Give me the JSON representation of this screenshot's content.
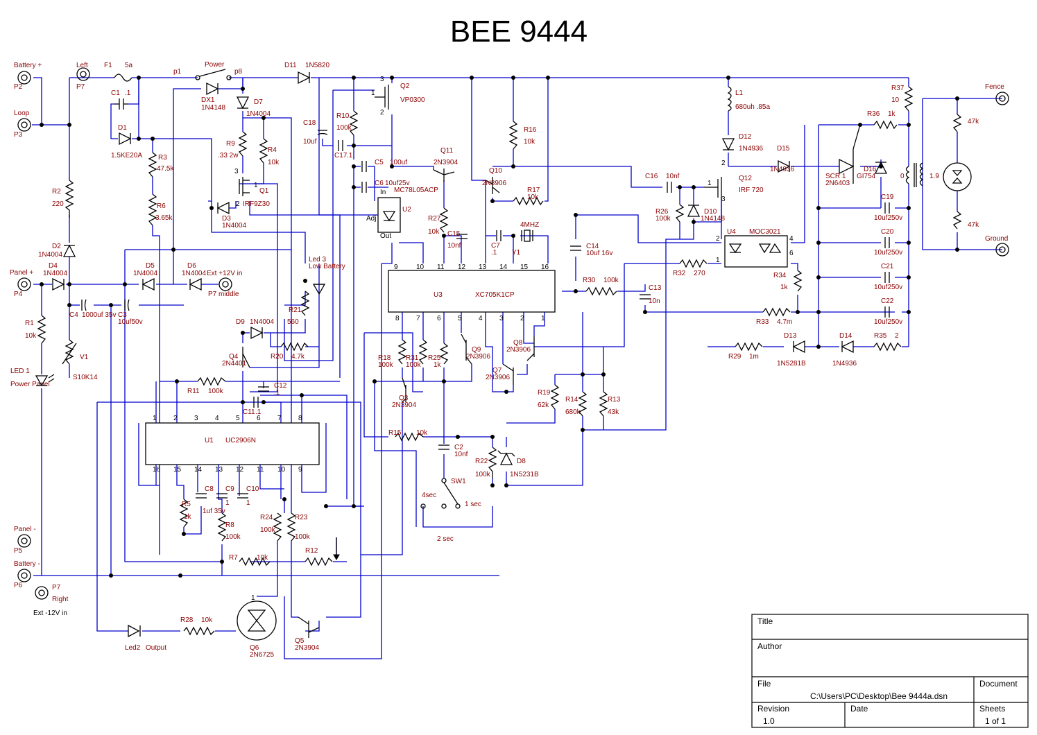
{
  "title": "BEE 9444",
  "connectors": [
    {
      "name": "Battery +",
      "ref": "P2"
    },
    {
      "name": "Loop",
      "ref": "P3"
    },
    {
      "name": "Left",
      "ref": "P7"
    },
    {
      "name": "Panel +",
      "ref": "P4"
    },
    {
      "name": "Panel -",
      "ref": "P5"
    },
    {
      "name": "Battery -",
      "ref": "P6"
    },
    {
      "name": "Right",
      "ref": "P7"
    },
    {
      "name": "Ext +12V in",
      "ref": "P7 middle"
    },
    {
      "name": "Ext -12V in",
      "ref": ""
    },
    {
      "name": "Fence",
      "ref": ""
    },
    {
      "name": "Ground",
      "ref": ""
    }
  ],
  "switch_labels": {
    "p1": "p1",
    "power": "Power",
    "p8": "p8"
  },
  "sw1": {
    "ref": "SW1",
    "opt1": "4sec",
    "opt2": "1 sec",
    "opt3": "2 sec"
  },
  "ics": {
    "u1": {
      "ref": "U1",
      "part": "UC2906N"
    },
    "u3": {
      "ref": "U3",
      "part": "XC705K1CP"
    },
    "u4": {
      "ref": "U4",
      "part": "MOC3021"
    },
    "u2": {
      "ref": "U2",
      "part": "MC78L05ACP",
      "pin_in": "In",
      "pin_adj": "Adj",
      "pin_out": "Out"
    }
  },
  "components": {
    "f1": {
      "ref": "F1",
      "value": "5a"
    },
    "c1": {
      "ref": "C1",
      "value": ".1"
    },
    "d1": {
      "ref": "D1",
      "value": "1.5KE20A"
    },
    "r2": {
      "ref": "R2",
      "value": "220"
    },
    "d2": {
      "ref": "D2",
      "value": "1N4004"
    },
    "d4": {
      "ref": "D4",
      "value": "1N4004"
    },
    "r1": {
      "ref": "R1",
      "value": "10k"
    },
    "led1": {
      "ref": "LED 1",
      "value": "Power Panel"
    },
    "v1": {
      "ref": "V1",
      "value": "S10K14"
    },
    "c4": {
      "ref": "C4",
      "value": "1000uf 35v"
    },
    "c3": {
      "ref": "C3",
      "value": "10uf50v"
    },
    "d5": {
      "ref": "D5",
      "value": "1N4004"
    },
    "d6": {
      "ref": "D6",
      "value": "1N4004"
    },
    "dx1": {
      "ref": "DX1",
      "value": "1N4148"
    },
    "d7": {
      "ref": "D7",
      "value": "1N4004"
    },
    "r3": {
      "ref": "R3",
      "value": "47.5k"
    },
    "r6": {
      "ref": "R6",
      "value": "3.65k"
    },
    "r9": {
      "ref": "R9",
      "value": ".33 2w"
    },
    "r4": {
      "ref": "R4",
      "value": "10k"
    },
    "q1": {
      "ref": "Q1",
      "value": "IRF9Z30"
    },
    "d3": {
      "ref": "D3",
      "value": "1N4004"
    },
    "d11": {
      "ref": "D11",
      "value": "1N5820"
    },
    "c18": {
      "ref": "C18",
      "value": "10uf"
    },
    "r10": {
      "ref": "R10",
      "value": "100k"
    },
    "c17": {
      "ref": "C17",
      "value": ".1"
    },
    "q2": {
      "ref": "Q2",
      "value": "VP0300"
    },
    "c5": {
      "ref": "C5",
      "value": "100uf"
    },
    "c6": {
      "ref": "C6",
      "value": "10uf25v"
    },
    "q11": {
      "ref": "Q11",
      "value": "2N3904"
    },
    "q10": {
      "ref": "Q10",
      "value": "2N3906"
    },
    "r16": {
      "ref": "R16",
      "value": "10k"
    },
    "r17": {
      "ref": "R17",
      "value": "10k"
    },
    "r27": {
      "ref": "R27",
      "value": "10k"
    },
    "c15": {
      "ref": "C15",
      "value": "10nf"
    },
    "c7": {
      "ref": "C7",
      "value": ".1"
    },
    "y1": {
      "ref": "Y1",
      "value": "4MHZ"
    },
    "c14": {
      "ref": "C14",
      "value": "10uf 16v"
    },
    "r30": {
      "ref": "R30",
      "value": "100k"
    },
    "c13": {
      "ref": "C13",
      "value": "10n"
    },
    "l1": {
      "ref": "L1",
      "value": "680uh .85a"
    },
    "d12": {
      "ref": "D12",
      "value": "1N4936"
    },
    "c16": {
      "ref": "C16",
      "value": "10nf"
    },
    "r26": {
      "ref": "R26",
      "value": "100k"
    },
    "d10": {
      "ref": "D10",
      "value": "1N4148"
    },
    "q12": {
      "ref": "Q12",
      "value": "IRF 720"
    },
    "d15": {
      "ref": "D15",
      "value": "1N4936"
    },
    "scr1": {
      "ref": "SCR 1",
      "value": "2N6403"
    },
    "d16": {
      "ref": "D16",
      "value": "GI754"
    },
    "r36": {
      "ref": "R36",
      "value": "1k"
    },
    "r37": {
      "ref": "R37",
      "value": "10"
    },
    "t1": {
      "ratio_left": "0",
      "ratio_right": "1.9"
    },
    "r47a": {
      "value": "47k"
    },
    "r47b": {
      "value": "47k"
    },
    "c19": {
      "ref": "C19",
      "value": "10uf250v"
    },
    "c20": {
      "ref": "C20",
      "value": "10uf250v"
    },
    "c21": {
      "ref": "C21",
      "value": "10uf250v"
    },
    "c22": {
      "ref": "C22",
      "value": "10uf250v"
    },
    "r32": {
      "ref": "R32",
      "value": "270"
    },
    "r34": {
      "ref": "R34",
      "value": "1k"
    },
    "r33": {
      "ref": "R33",
      "value": "4.7m"
    },
    "r29": {
      "ref": "R29",
      "value": "1m"
    },
    "d13": {
      "ref": "D13",
      "value": "1N5281B"
    },
    "d14": {
      "ref": "D14",
      "value": "1N4936"
    },
    "r35": {
      "ref": "R35",
      "value": "2"
    },
    "led3": {
      "ref": "Led 3",
      "value": "Low Battery"
    },
    "r21": {
      "ref": "R21",
      "value": "560"
    },
    "d9": {
      "ref": "D9",
      "value": "1N4004"
    },
    "r20": {
      "ref": "R20",
      "value": "4.7k"
    },
    "q4": {
      "ref": "Q4",
      "value": "2N4401"
    },
    "r11": {
      "ref": "R11",
      "value": "100k"
    },
    "c12": {
      "ref": "C12",
      "value": ".1"
    },
    "c11": {
      "ref": "C11",
      "value": ".1"
    },
    "r18": {
      "ref": "R18",
      "value": "100k"
    },
    "r31": {
      "ref": "R31",
      "value": "100k"
    },
    "r25": {
      "ref": "R25",
      "value": "1k"
    },
    "q9": {
      "ref": "Q9",
      "value": "2N3906"
    },
    "q8": {
      "ref": "Q8",
      "value": "2N3906"
    },
    "q7": {
      "ref": "Q7",
      "value": "2N3906"
    },
    "q3": {
      "ref": "Q3",
      "value": "2N3904"
    },
    "r19": {
      "ref": "R19",
      "value": "62k"
    },
    "r14": {
      "ref": "R14",
      "value": "680k"
    },
    "r13": {
      "ref": "R13",
      "value": "43k"
    },
    "r15": {
      "ref": "R15",
      "value": "10k"
    },
    "c2": {
      "ref": "C2",
      "value": "10nf"
    },
    "r22": {
      "ref": "R22",
      "value": "100k"
    },
    "d8": {
      "ref": "D8",
      "value": "1N5231B"
    },
    "r5": {
      "ref": "R5",
      "value": "1k"
    },
    "c8": {
      "ref": "C8",
      "value": "1uf 35v"
    },
    "c9": {
      "ref": "C9",
      "value": "1"
    },
    "c10": {
      "ref": "C10",
      "value": "1"
    },
    "r8": {
      "ref": "R8",
      "value": "100k"
    },
    "r24": {
      "ref": "R24",
      "value": "100k"
    },
    "r23": {
      "ref": "R23",
      "value": "100k"
    },
    "r7": {
      "ref": "R7",
      "value": "10k"
    },
    "r12": {
      "ref": "R12",
      "value": ""
    },
    "led2": {
      "ref": "Led2",
      "value": "Output"
    },
    "r28": {
      "ref": "R28",
      "value": "10k"
    },
    "q6": {
      "ref": "Q6",
      "value": "2N6725"
    },
    "q5": {
      "ref": "Q5",
      "value": "2N3904"
    }
  },
  "title_block": {
    "title_label": "Title",
    "title_value": "",
    "author_label": "Author",
    "author_value": "",
    "file_label": "File",
    "file_value": "C:\\Users\\PC\\Desktop\\Bee 9444a.dsn",
    "document_label": "Document",
    "revision_label": "Revision",
    "revision_value": "1.0",
    "date_label": "Date",
    "date_value": "",
    "sheets_label": "Sheets",
    "sheets_value": "1 of 1"
  }
}
